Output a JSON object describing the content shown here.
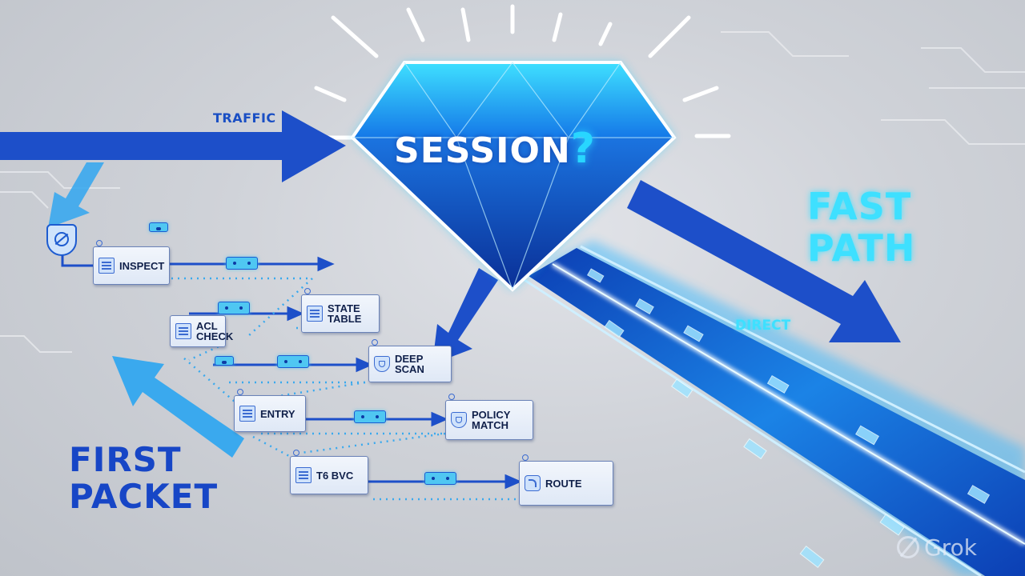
{
  "labels": {
    "traffic": "TRAFFIC",
    "session": "SESSION",
    "session_mark": "?",
    "fast_path": [
      "FAST",
      "PATH"
    ],
    "direct": "DIRECT",
    "first_packet": [
      "FIRST",
      "PACKET"
    ]
  },
  "steps": [
    {
      "id": "inspect",
      "lines": [
        "INSPECT"
      ],
      "icon": "list-icon"
    },
    {
      "id": "state-table",
      "lines": [
        "STATE",
        "TABLE"
      ],
      "icon": "list-icon"
    },
    {
      "id": "acl-check",
      "lines": [
        "ACL",
        "CHECK"
      ],
      "icon": "list-icon"
    },
    {
      "id": "deep-scan",
      "lines": [
        "DEEP",
        "SCAN"
      ],
      "icon": "shield-icon"
    },
    {
      "id": "entry",
      "lines": [
        "ENTRY"
      ],
      "icon": "list-icon"
    },
    {
      "id": "policy-match",
      "lines": [
        "POLICY",
        "MATCH"
      ],
      "icon": "shield-icon"
    },
    {
      "id": "t6-bvc",
      "lines": [
        "Τ6 ΒVC"
      ],
      "icon": "list-icon"
    },
    {
      "id": "route",
      "lines": [
        "ROUTE"
      ],
      "icon": "route-icon"
    }
  ],
  "watermark": "Grok",
  "colors": {
    "primary_blue": "#1d4fc9",
    "light_blue": "#3aa9ee",
    "cyan_glow": "#3ee0ff",
    "gem_top": "#2fd0ff",
    "gem_bottom": "#0b3aa8",
    "background": "#c9ccd3"
  }
}
